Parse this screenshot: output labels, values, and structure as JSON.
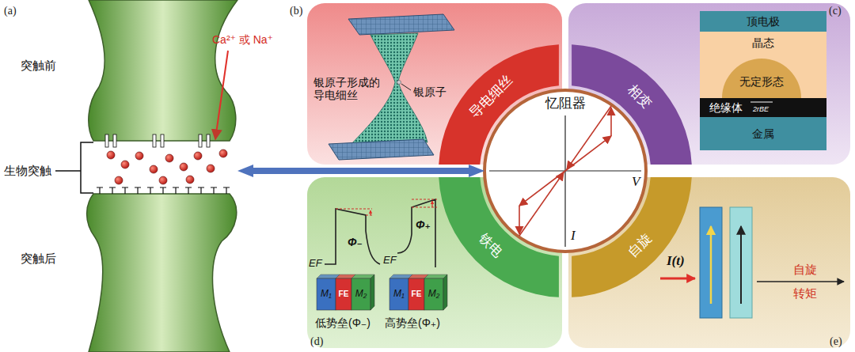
{
  "diagram": {
    "nodes": [
      {
        "text": [
          "生物突触"
        ]
      },
      {
        "text": [
          "忆阻器",
          "V",
          "I"
        ]
      },
      {
        "text": [
          "(b)",
          "银原子形成的导电细丝",
          "银原子"
        ]
      },
      {
        "text": [
          "导电细丝"
        ]
      },
      {
        "text": [
          "(c)"
        ]
      },
      {
        "text": [
          "顶电极"
        ],
        "in": 4
      },
      {
        "text": [
          "晶态"
        ],
        "in": 4
      },
      {
        "text": [
          "无定形态"
        ],
        "in": 6
      },
      {
        "text": [
          "绝缘体"
        ],
        "in": 4
      },
      {
        "text": [
          "金属"
        ],
        "in": 4
      },
      {
        "text": [
          "相变"
        ]
      },
      {
        "text": [
          "(d)",
          "EF",
          "Φ₋",
          "EF",
          "Φ₊",
          "低势垒(Φ₋)",
          "高势垒(Φ₊)"
        ]
      },
      {
        "text": [
          "M₁"
        ],
        "in": 11
      },
      {
        "text": [
          "FE"
        ],
        "in": 11
      },
      {
        "text": [
          "M₂"
        ],
        "in": 11
      },
      {
        "text": [
          "M₁"
        ],
        "in": 11
      },
      {
        "text": [
          "FE"
        ],
        "in": 11
      },
      {
        "text": [
          "M₂"
        ],
        "in": 11
      },
      {
        "text": [
          "铁电"
        ]
      },
      {
        "text": [
          "(e)",
          "I(t)",
          "自旋转矩"
        ]
      },
      {
        "text": [
          "自旋"
        ]
      }
    ],
    "edges": [
      {
        "from": 0,
        "to": 1,
        "arrow": "both"
      }
    ],
    "labels": [
      "(a)",
      "突触前",
      "突触后",
      "Ca²⁺ 或 Na⁺",
      "2rBE"
    ]
  }
}
